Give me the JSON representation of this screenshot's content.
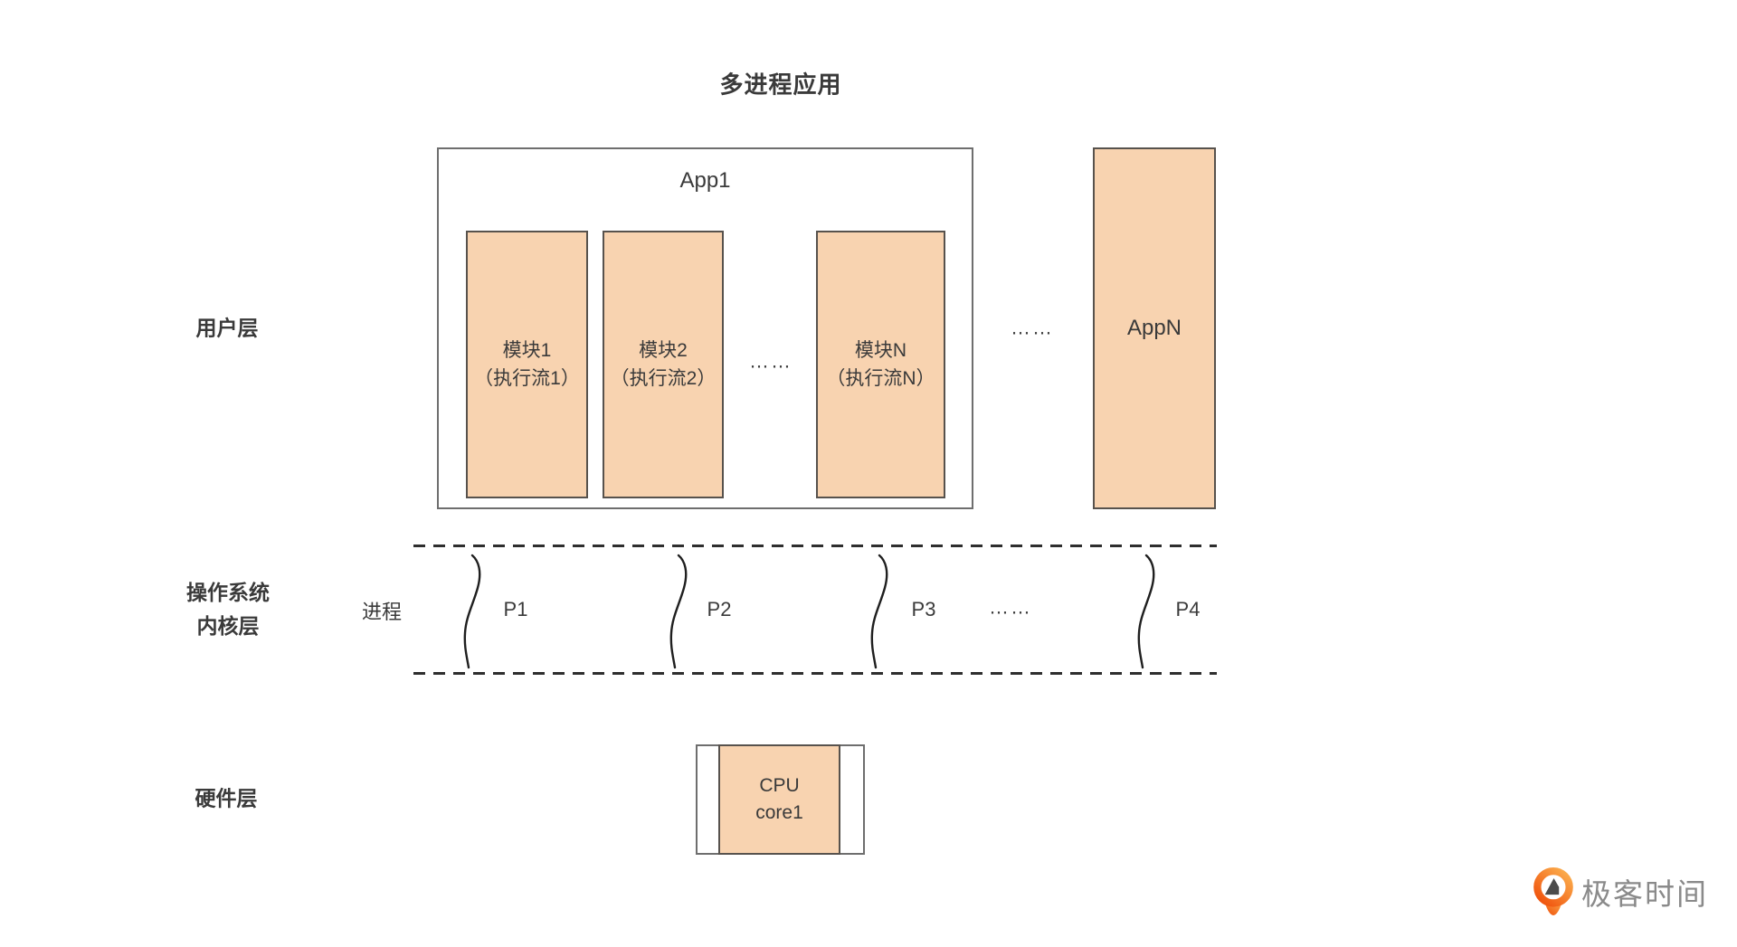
{
  "title": "多进程应用",
  "layers": {
    "user": {
      "label": "用户层"
    },
    "kernel": {
      "label_line1": "操作系统",
      "label_line2": "内核层"
    },
    "hardware": {
      "label": "硬件层"
    }
  },
  "user_layer": {
    "app1": {
      "title": "App1",
      "modules": [
        {
          "line1": "模块1",
          "line2": "（执行流1）"
        },
        {
          "line1": "模块2",
          "line2": "（执行流2）"
        },
        {
          "line1": "模块N",
          "line2": "（执行流N）"
        }
      ],
      "module_ellipsis": "……"
    },
    "apps_ellipsis": "……",
    "appn_label": "AppN"
  },
  "kernel_layer": {
    "process_label": "进程",
    "processes": [
      "P1",
      "P2",
      "P3",
      "P4"
    ],
    "ellipsis": "……"
  },
  "hardware_layer": {
    "cpu_line1": "CPU",
    "cpu_line2": "core1"
  },
  "logo": {
    "text": "极客时间"
  },
  "colors": {
    "box_fill": "#f8d3b0",
    "box_border": "#57524d",
    "outline_border": "#6e6e6e",
    "text": "#3a3a3a",
    "dash": "#2e2e2e",
    "logo_orange_light": "#fbaa4a",
    "logo_orange_dark": "#f0540e",
    "logo_text": "#8a8a8a"
  }
}
